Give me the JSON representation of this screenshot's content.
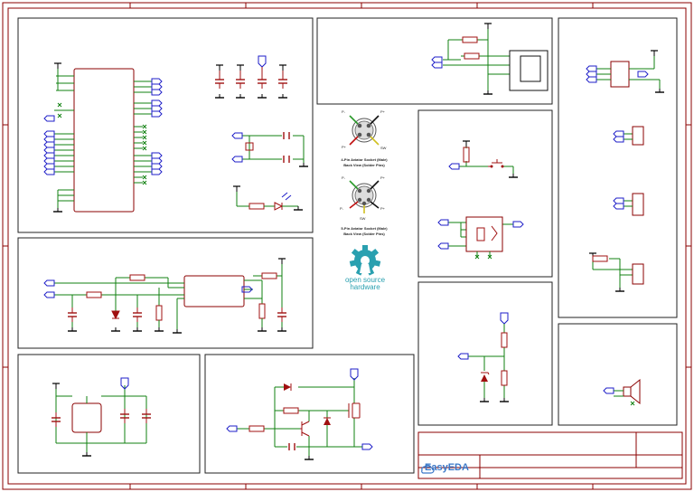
{
  "colors": {
    "frame": "#8b0000",
    "wire": "#108010",
    "component": "#a01010",
    "port": "#1e1ec8",
    "net": "#000000",
    "osh_logo": "#2aa0b0",
    "easyeda_logo": "#3a78c8"
  },
  "connectors": {
    "four_pin": {
      "caption_line1": "4-Pin Aviator Socket (Male)",
      "caption_line2": "Back View (Solder Pins)",
      "pin_labels": [
        "P-",
        "P+",
        "P+",
        "SW"
      ]
    },
    "five_pin": {
      "caption_line1": "5-Pin Aviator Socket (Male)",
      "caption_line2": "Back View (Solder Pins)",
      "pin_labels": [
        "P-",
        "P+",
        "P-",
        "P+",
        "SW"
      ]
    }
  },
  "osh_logo": {
    "line1": "open source",
    "line2": "hardware",
    "icon": "gear-icon"
  },
  "title_block": {
    "logo_text": "EasyEDA",
    "logo_icon": "cloud-icon"
  }
}
